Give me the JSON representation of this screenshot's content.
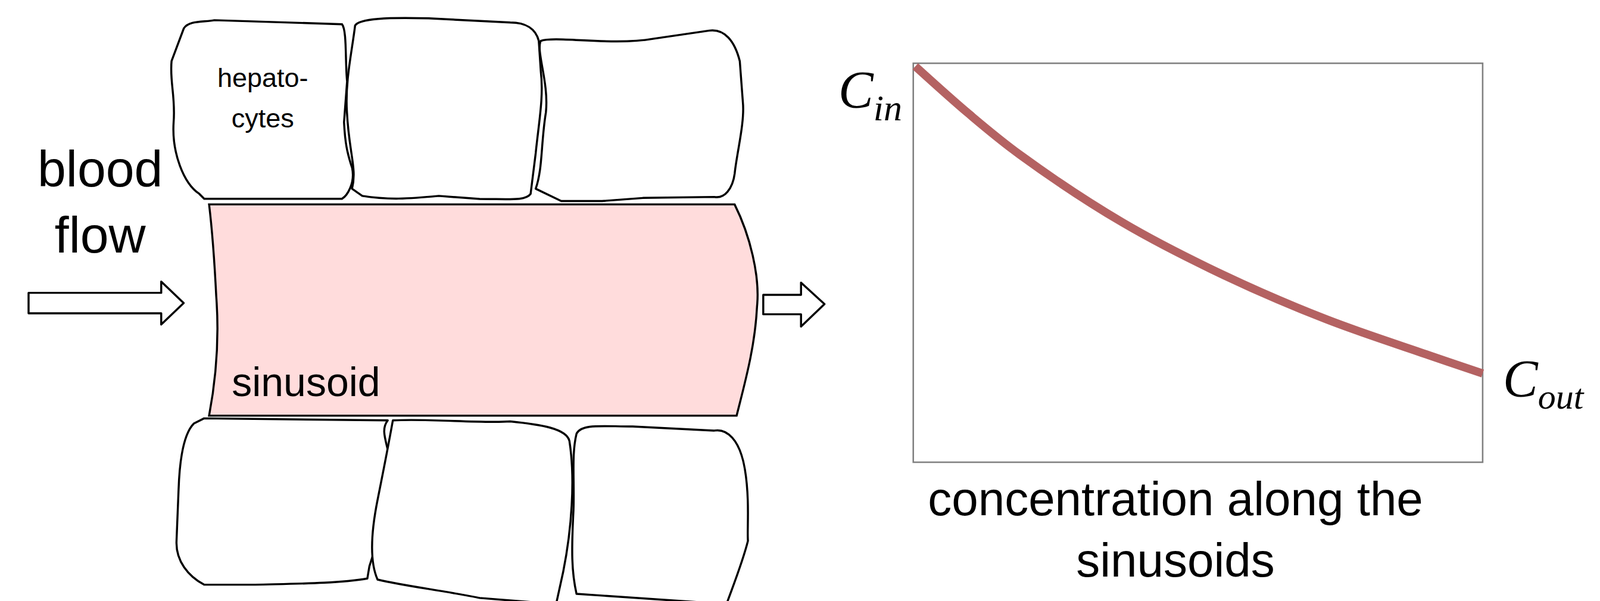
{
  "diagram": {
    "nodes": [
      {
        "text": [
          "hepato- cytes"
        ]
      },
      {
        "text": [
          "sinusoid"
        ]
      }
    ],
    "labels": [
      "blood flow",
      "C",
      "in",
      "C",
      "out",
      "concentration along the sinusoids"
    ]
  }
}
